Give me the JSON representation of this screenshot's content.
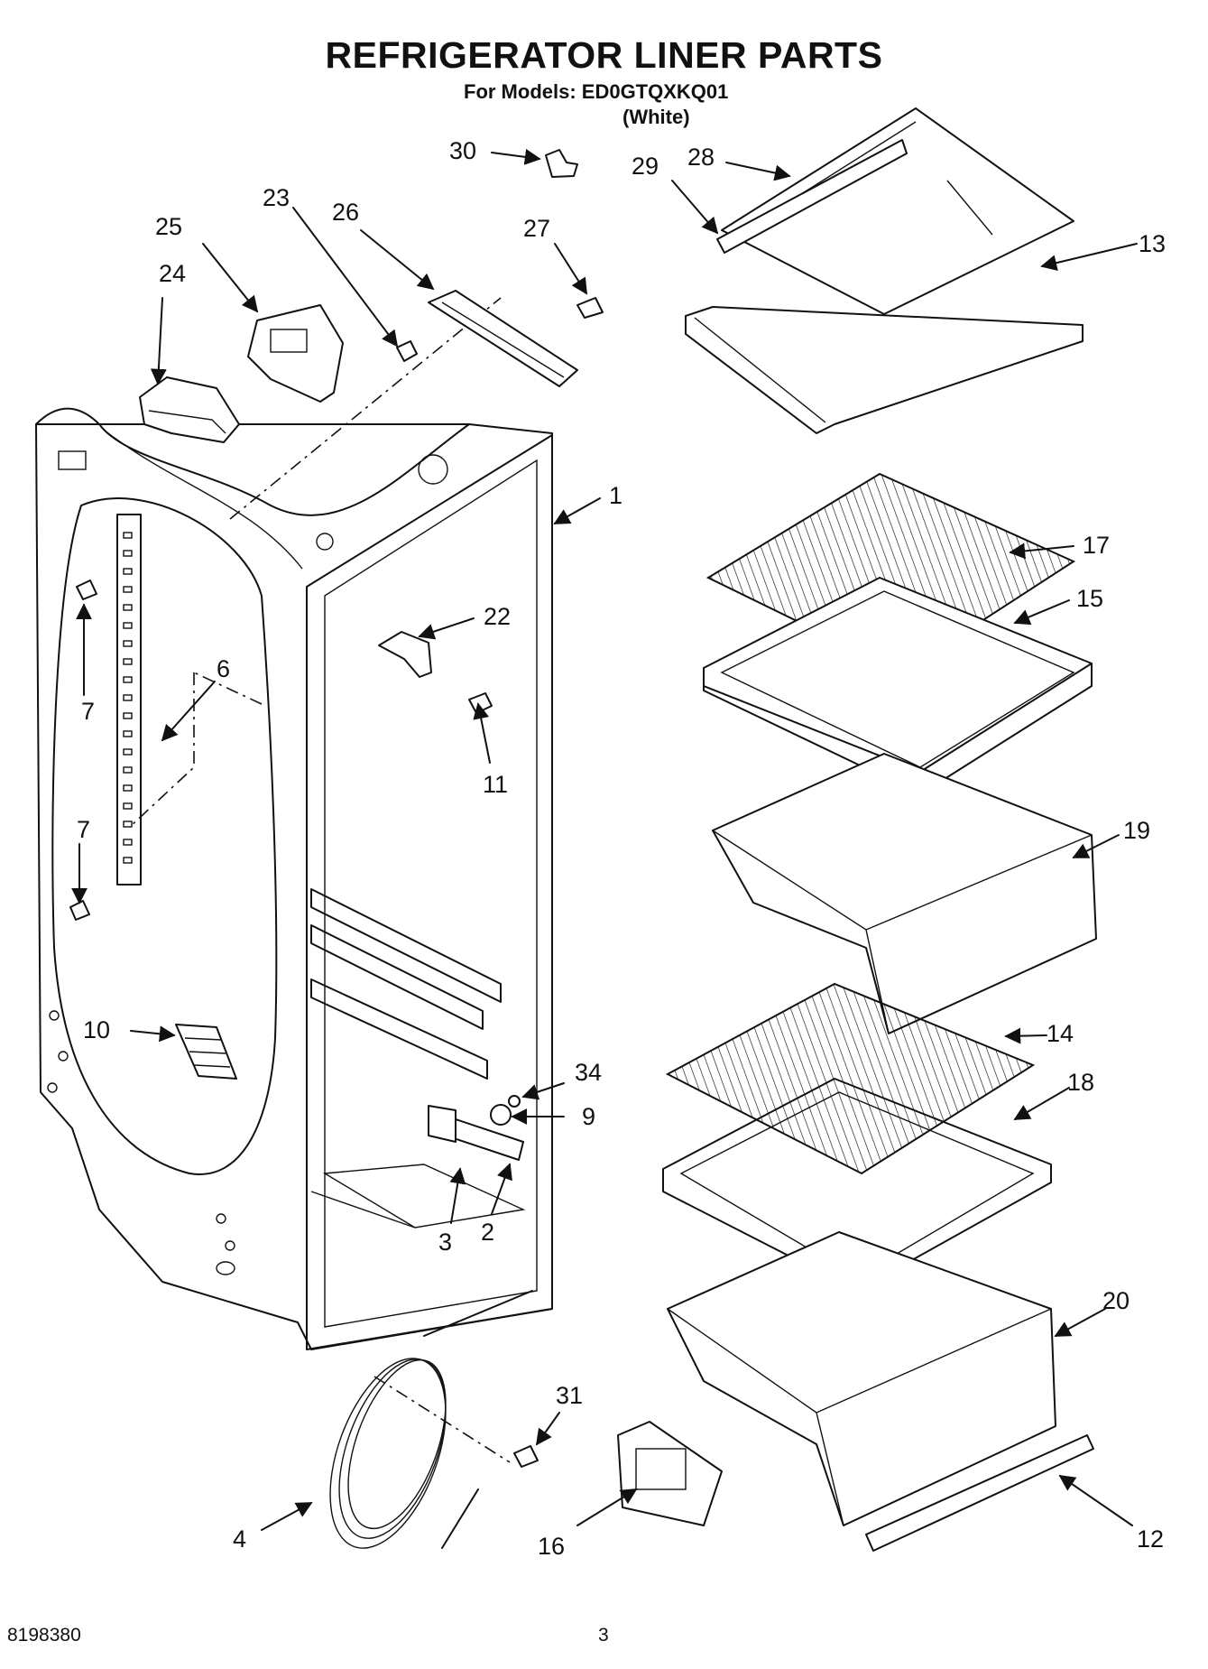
{
  "header": {
    "title": "REFRIGERATOR LINER PARTS",
    "models_line": "For Models: ED0GTQXKQ01",
    "color_line": "(White)"
  },
  "footer": {
    "doc_number": "8198380",
    "page_number": "3"
  },
  "callouts": [
    {
      "key": "c30",
      "text": "30"
    },
    {
      "key": "c28",
      "text": "28"
    },
    {
      "key": "c29",
      "text": "29"
    },
    {
      "key": "c23",
      "text": "23"
    },
    {
      "key": "c26",
      "text": "26"
    },
    {
      "key": "c25",
      "text": "25"
    },
    {
      "key": "c27",
      "text": "27"
    },
    {
      "key": "c24",
      "text": "24"
    },
    {
      "key": "c13",
      "text": "13"
    },
    {
      "key": "c1",
      "text": "1"
    },
    {
      "key": "c17",
      "text": "17"
    },
    {
      "key": "c15",
      "text": "15"
    },
    {
      "key": "c22",
      "text": "22"
    },
    {
      "key": "c6",
      "text": "6"
    },
    {
      "key": "c7a",
      "text": "7"
    },
    {
      "key": "c11",
      "text": "11"
    },
    {
      "key": "c19",
      "text": "19"
    },
    {
      "key": "c7b",
      "text": "7"
    },
    {
      "key": "c10",
      "text": "10"
    },
    {
      "key": "c14",
      "text": "14"
    },
    {
      "key": "c34",
      "text": "34"
    },
    {
      "key": "c18",
      "text": "18"
    },
    {
      "key": "c9",
      "text": "9"
    },
    {
      "key": "c3",
      "text": "3"
    },
    {
      "key": "c2",
      "text": "2"
    },
    {
      "key": "c20",
      "text": "20"
    },
    {
      "key": "c31",
      "text": "31"
    },
    {
      "key": "c4",
      "text": "4"
    },
    {
      "key": "c16",
      "text": "16"
    },
    {
      "key": "c12",
      "text": "12"
    }
  ]
}
